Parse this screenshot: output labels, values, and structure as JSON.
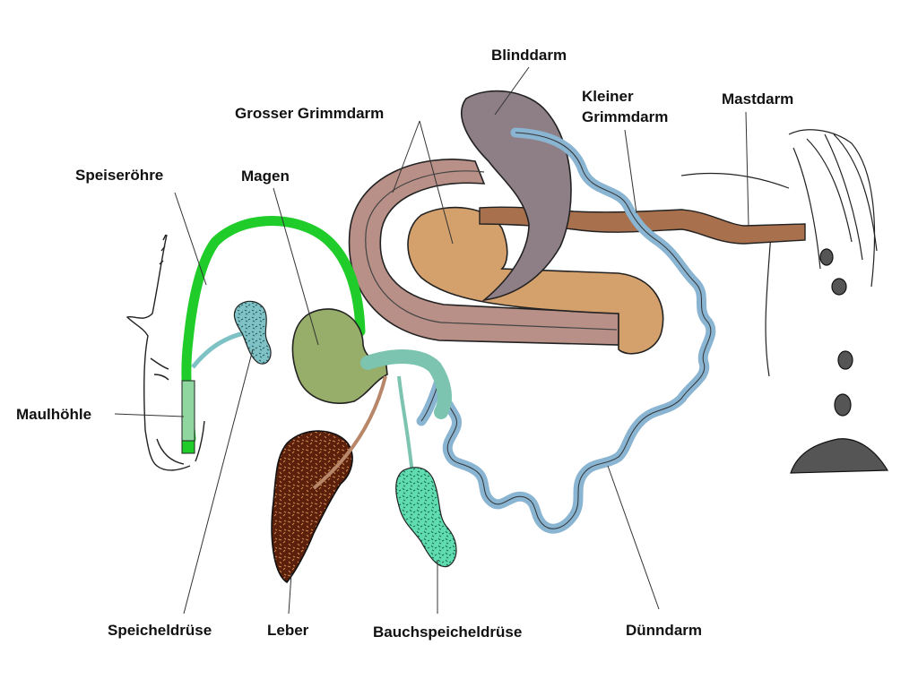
{
  "labels": {
    "blinddarm": "Blinddarm",
    "kleiner_grimmdarm_1": "Kleiner",
    "kleiner_grimmdarm_2": "Grimmdarm",
    "mastdarm": "Mastdarm",
    "grosser_grimmdarm": "Grosser Grimmdarm",
    "speiseroehre": "Speiseröhre",
    "magen": "Magen",
    "maulhoehle": "Maulhöhle",
    "speicheldruese": "Speicheldrüse",
    "leber": "Leber",
    "bauchspeicheldruese": "Bauchspeicheldrüse",
    "duenndarm": "Dünndarm"
  },
  "colors": {
    "esophagus": "#1fcc2a",
    "stomach": "#97ad6a",
    "liver": "#5a200c",
    "pancreas": "#5fdcb0",
    "salivary_gland": "#7ec2c6",
    "small_intestine": "#89b4d2",
    "large_colon": "#b89088",
    "cecum": "#8e7f86",
    "small_colon": "#a8704c",
    "rectum": "#a8704c",
    "colon_loop": "#d4a06c"
  }
}
